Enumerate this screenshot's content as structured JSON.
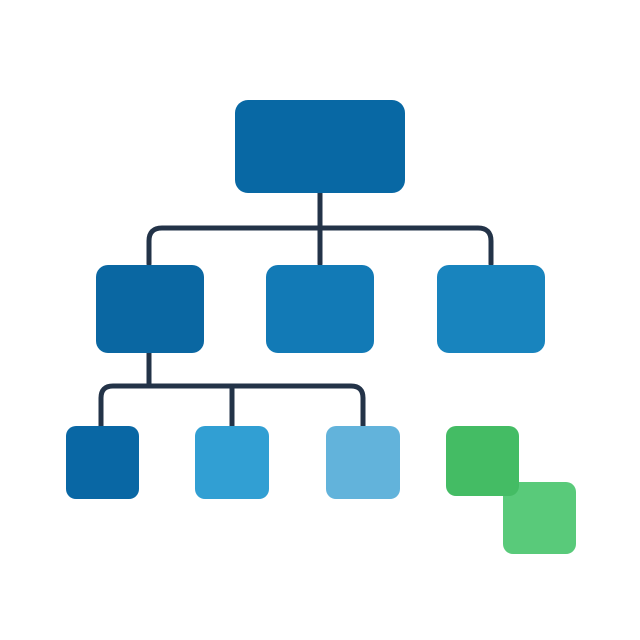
{
  "diagram": {
    "type": "hierarchy-tree-icon",
    "text_labels": [],
    "colors": {
      "background": "#ffffff",
      "connector": "#233348",
      "root": "#0868A4",
      "level1_left": "#0A67A2",
      "level1_middle": "#127AB6",
      "level1_right": "#1884BE",
      "level2_first": "#0967A4",
      "level2_second": "#319FD3",
      "level2_third": "#62B3DB",
      "accent_green_front": "#44BC64",
      "accent_green_back": "#50C773"
    },
    "nodes": [
      {
        "id": "root",
        "level": 0,
        "color_key": "root"
      },
      {
        "id": "child-left",
        "level": 1,
        "parent": "root",
        "color_key": "level1_left"
      },
      {
        "id": "child-middle",
        "level": 1,
        "parent": "root",
        "color_key": "level1_middle"
      },
      {
        "id": "child-right",
        "level": 1,
        "parent": "root",
        "color_key": "level1_right"
      },
      {
        "id": "grandchild-1",
        "level": 2,
        "parent": "child-left",
        "color_key": "level2_first"
      },
      {
        "id": "grandchild-2",
        "level": 2,
        "parent": "child-left",
        "color_key": "level2_second"
      },
      {
        "id": "grandchild-3",
        "level": 2,
        "parent": "child-left",
        "color_key": "level2_third"
      }
    ],
    "accent_squares": [
      {
        "id": "green-square-front",
        "color_key": "accent_green_front"
      },
      {
        "id": "green-square-back",
        "color_key": "accent_green_back"
      }
    ]
  }
}
